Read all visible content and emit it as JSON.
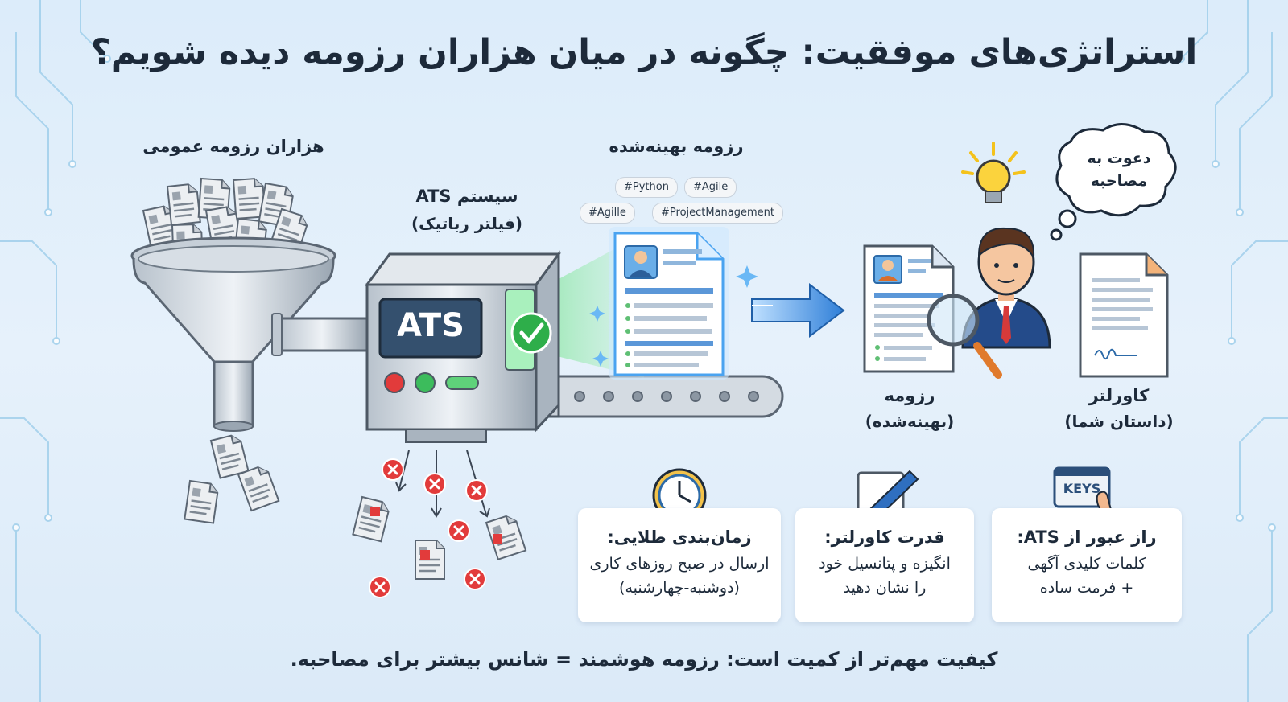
{
  "title": "استراتژی‌های موفقیت: چگونه در میان هزاران رزومه دیده شویم؟",
  "labels": {
    "funnel": "هزاران رزومه عمومی",
    "ats_line1": "سیستم ATS",
    "ats_line2": "(فیلتر رباتیک)",
    "machine_screen": "ATS",
    "optimized": "رزومه بهینه‌شده",
    "resume_line1": "رزومه",
    "resume_line2": "(بهینه‌شده)",
    "cover_line1": "کاورلتر",
    "cover_line2": "(داستان شما)",
    "bubble_line1": "دعوت به",
    "bubble_line2": "مصاحبه"
  },
  "tags": [
    "#Python",
    "#Agile",
    "#Agille",
    "#ProjectManagement"
  ],
  "cards": [
    {
      "title": "زمان‌بندی طلایی:",
      "line1": "ارسال در صبح روزهای کاری",
      "line2": "(دوشنبه-چهارشنبه)",
      "icon": "clock-icon"
    },
    {
      "title": "قدرت کاورلتر:",
      "line1": "انگیزه و پتانسیل خود",
      "line2": "را نشان دهید",
      "icon": "pen-icon"
    },
    {
      "title": "راز عبور از ATS:",
      "line1": "کلمات کلیدی آگهی",
      "line2": "+ فرمت ساده",
      "icon": "keyboard-icon"
    }
  ],
  "keys_label": "KEYS",
  "footer": "کیفیت مهم‌تر از کمیت است: رزومه هوشمند = شانس بیشتر برای مصاحبه.",
  "colors": {
    "accent": "#2f7fd8",
    "check": "#2eae4a",
    "reject": "#e23b3b",
    "dark": "#1d2a3a"
  }
}
